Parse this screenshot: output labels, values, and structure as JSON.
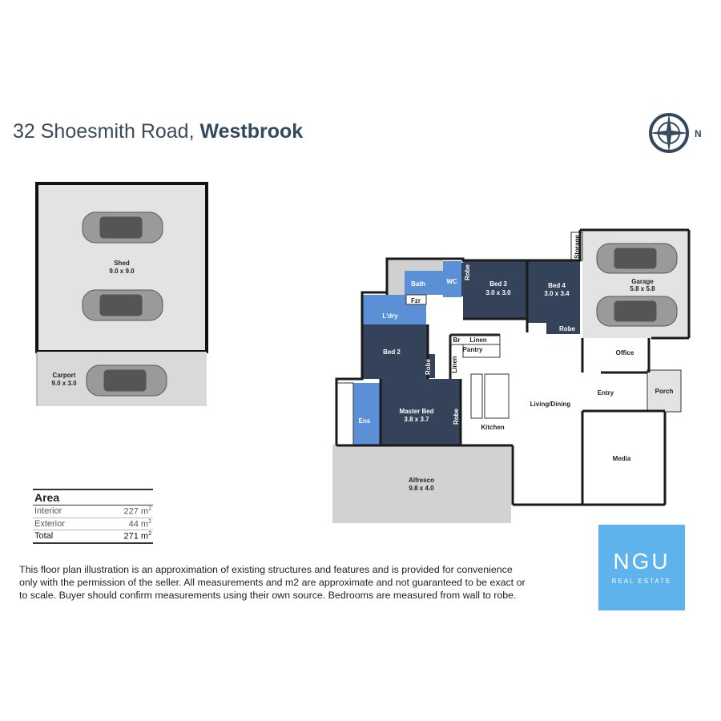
{
  "header": {
    "street": "32 Shoesmith Road,",
    "suburb": "Westbrook"
  },
  "compass": {
    "label": "N",
    "icon": "compass-icon"
  },
  "rooms": {
    "shed": {
      "name": "Shed",
      "size": "9.0 x 9.0"
    },
    "carport": {
      "name": "Carport",
      "size": "9.0 x 3.0"
    },
    "garage": {
      "name": "Garage",
      "size": "5.8 x 5.8"
    },
    "storage": "Storage",
    "bath": "Bath",
    "wc": "WC",
    "robe": "Robe",
    "bed3": {
      "name": "Bed 3",
      "size": "3.0 x 3.0"
    },
    "bed4": {
      "name": "Bed 4",
      "size": "3.0 x 3.4"
    },
    "laundry": "L'dry",
    "fzr": "Fzr",
    "bed2": "Bed 2",
    "br": "Br",
    "linen": "Linen",
    "pantry": "Pantry",
    "office": "Office",
    "entry": "Entry",
    "porch": "Porch",
    "living": "Living/Dining",
    "master": {
      "name": "Master Bed",
      "size": "3.8 x 3.7"
    },
    "ens": "Ens",
    "kitchen": "Kitchen",
    "media": "Media",
    "alfresco": {
      "name": "Alfresco",
      "size": "9.8 x 4.0"
    }
  },
  "area": {
    "title": "Area",
    "unit": "m",
    "rows": [
      {
        "label": "Interior",
        "value": "227"
      },
      {
        "label": "Exterior",
        "value": "44"
      },
      {
        "label": "Total",
        "value": "271"
      }
    ]
  },
  "disclaimer": "This floor plan illustration is an approximation of existing structures and features and is provided for convenience only with the permission of the seller. All measurements and m2 are approximate and not guaranteed to be exact or to scale. Buyer should confirm measurements using their own source. Bedrooms are measured from wall to robe.",
  "logo": {
    "name": "NGU",
    "tagline": "REAL ESTATE"
  },
  "colors": {
    "dark_room": "#34435a",
    "wet_room": "#5b8fd6",
    "grey_area": "#d5d5d5",
    "wall": "#1a1a1a"
  }
}
